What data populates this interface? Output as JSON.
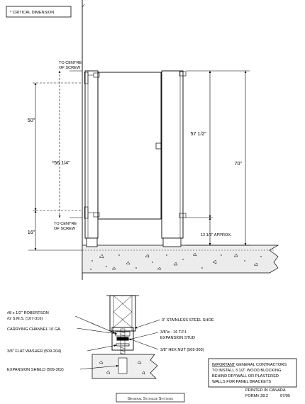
{
  "legend": {
    "critical_dimension": "* CRITICAL DIMENSION"
  },
  "elevation": {
    "screw_top": [
      "TO CENTRE",
      "OF SCREW"
    ],
    "screw_bottom": [
      "TO CENTRE",
      "OF SCREW"
    ],
    "dim_50": "50\"",
    "dim_16": "16\"",
    "dim_56": "*56 1/4\"",
    "dim_57": "57 1/2\"",
    "dim_70": "70\"",
    "dim_12": "12 1/2\" APPROX."
  },
  "detail": {
    "robertson": [
      "#8 x 1/2\" ROBERTSON",
      "#2 S.M.S. (107-316)"
    ],
    "carrying_channel": "CARRYING CHANNEL 10 GA.",
    "flat_washer": "3/8\" FLAT WASHER (509-204)",
    "expansion_shield": "EXPANSION SHIELD (509-302)",
    "steel_shoe": "3\" STAINLESS STEEL SHOE",
    "stud": [
      "3/8\"ø - 16 T.P.I.",
      "EXPANSION STUD"
    ],
    "hex_nut": "3/8\" HEX NUT (509-303)"
  },
  "note": {
    "important": "IMPORTANT",
    "line1_rest": " GENERAL CONTRACTORS",
    "line2": "TO INSTALL 3 1/2\" WOOD BLOCKING",
    "line3": "BEHIND DRYWALL OR PLASTERED",
    "line4": "WALLS FOR PANEL BRACKETS"
  },
  "footer": {
    "company": "General Storage Systems",
    "printed": "PRINTED IN CANADA",
    "form": "FORM# 28.2",
    "date": "07/05"
  }
}
